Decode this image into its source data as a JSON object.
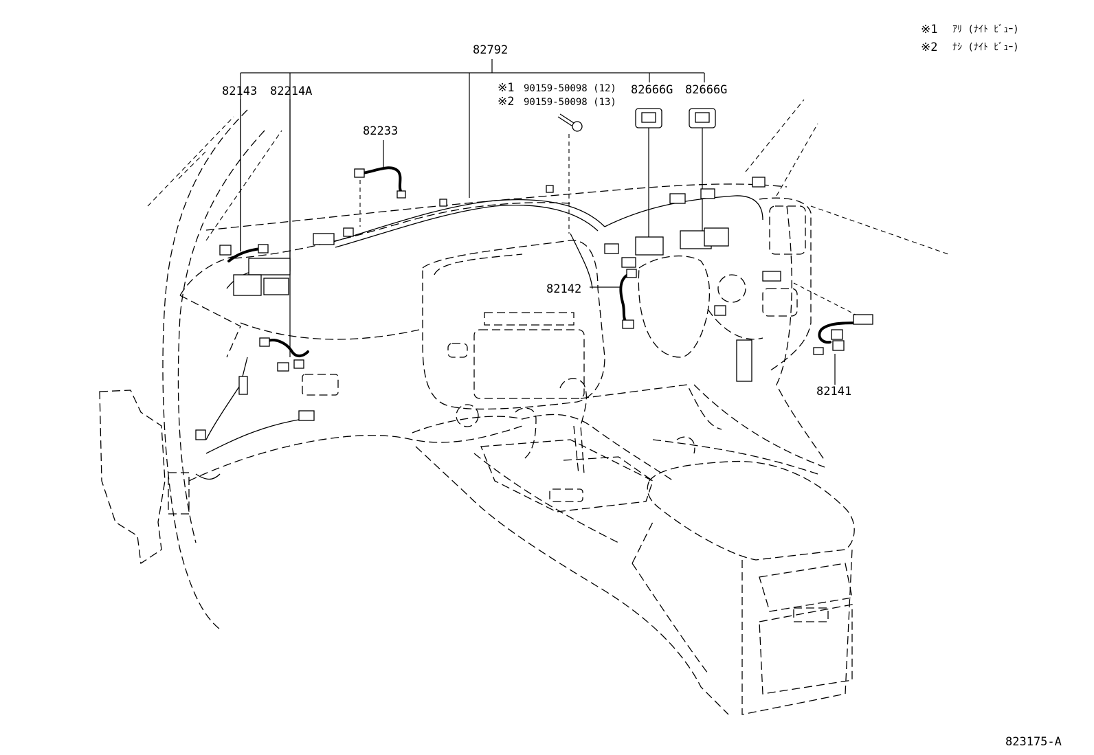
{
  "notes": [
    {
      "mark": "※1",
      "text": "ｱﾘ (ﾅｲﾄ ﾋﾞｭｰ)"
    },
    {
      "mark": "※2",
      "text": "ﾅｼ (ﾅｲﾄ ﾋﾞｭｰ)"
    }
  ],
  "parts": {
    "main": "82792",
    "p82143": "82143",
    "p82214a": "82214A",
    "p82233": "82233",
    "p82142": "82142",
    "p82141": "82141",
    "p82666g_1": "82666G",
    "p82666g_2": "82666G"
  },
  "bolt": {
    "line1": {
      "mark": "※1",
      "part": "90159-50098 (12)"
    },
    "line2": {
      "mark": "※2",
      "part": "90159-50098 (13)"
    }
  },
  "diagram_id": "823175-A"
}
